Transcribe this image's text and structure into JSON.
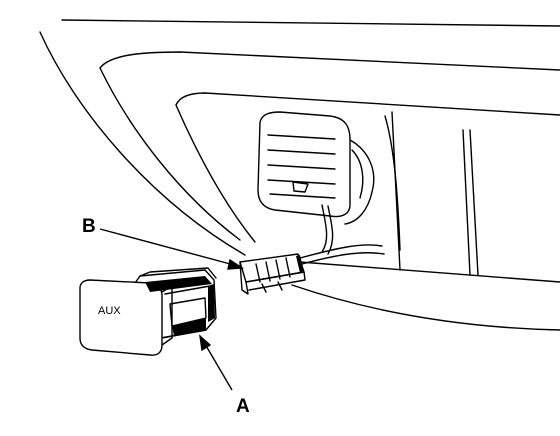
{
  "callouts": {
    "a": "A",
    "b": "B"
  },
  "switch": {
    "label": "AUX"
  },
  "colors": {
    "line": "#000000",
    "fill": "#ffffff",
    "shade": "#000000"
  }
}
